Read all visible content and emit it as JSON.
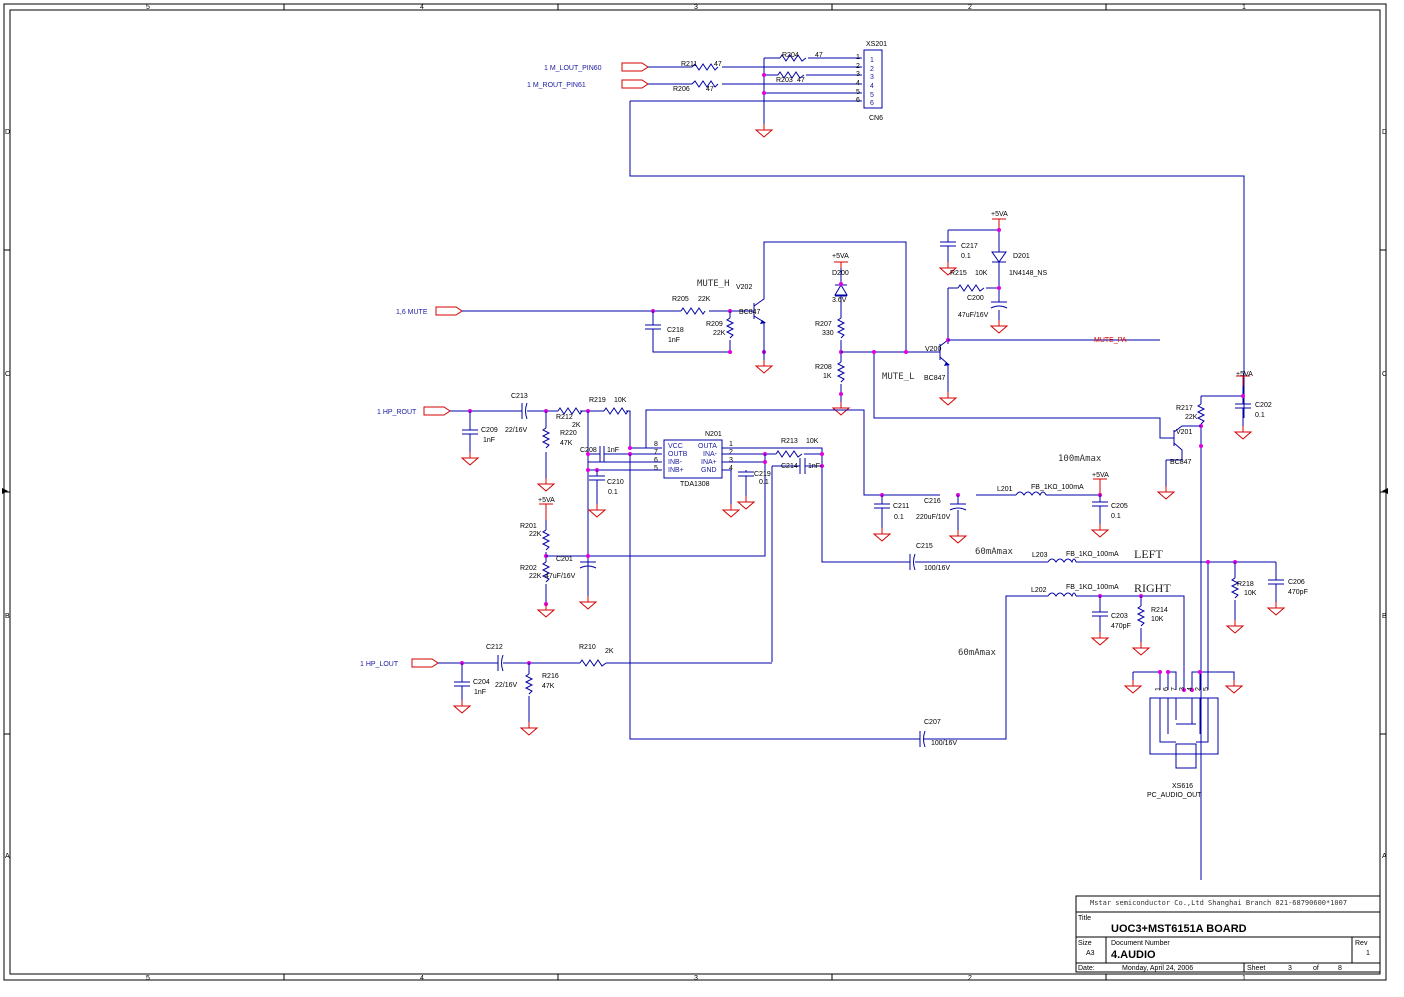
{
  "frame": {
    "col_labels": [
      "5",
      "4",
      "3",
      "2",
      "1"
    ],
    "row_labels": [
      "D",
      "C",
      "B",
      "A"
    ]
  },
  "colors": {
    "wire": "#0000a8",
    "ground": "#d40000",
    "junction": "#e000e0",
    "net_label": "#d40000"
  },
  "ports": {
    "m_lout": "1  M_LOUT_PIN60",
    "m_rout": "1  M_ROUT_PIN61",
    "mute": "1,6  MUTE",
    "hp_rout": "1  HP_ROUT",
    "hp_lout": "1  HP_LOUT"
  },
  "connector_cn6": {
    "ref": "XS201",
    "name": "CN6",
    "pins": [
      "1",
      "2",
      "3",
      "4",
      "5",
      "6"
    ]
  },
  "components": {
    "r211": {
      "ref": "R211",
      "val": "47"
    },
    "r206": {
      "ref": "R206",
      "val": "47"
    },
    "r204": {
      "ref": "R204",
      "val": "47"
    },
    "r203": {
      "ref": "R203",
      "val": "47"
    },
    "r205": {
      "ref": "R205",
      "val": "22K"
    },
    "r209": {
      "ref": "R209",
      "val": "22K"
    },
    "c218": {
      "ref": "C218",
      "val": "1nF"
    },
    "v202": {
      "ref": "V202",
      "val": "BC847"
    },
    "mute_h": "MUTE_H",
    "d200": {
      "ref": "D200",
      "val": "3.6V"
    },
    "vcc_d200": "+5VA",
    "r207": {
      "ref": "R207",
      "val": "330"
    },
    "r208": {
      "ref": "R208",
      "val": "1K"
    },
    "mute_l": "MUTE_L",
    "v200": {
      "ref": "V200",
      "val": "BC847"
    },
    "vcc_top": "+5VA",
    "c217": {
      "ref": "C217",
      "val": "0.1"
    },
    "d201": {
      "ref": "D201",
      "val": "1N4148_NS"
    },
    "r215": {
      "ref": "R215",
      "val": "10K"
    },
    "c200": {
      "ref": "C200",
      "val": "47uF/16V"
    },
    "mute_pa": "MUTE_PA",
    "r217": {
      "ref": "R217",
      "val": "22K"
    },
    "vcc_r217": "+5VA",
    "c202": {
      "ref": "C202",
      "val": "0.1"
    },
    "v201": {
      "ref": "V201",
      "val": "BC847"
    },
    "c213": {
      "ref": "C213",
      "val": "22/16V"
    },
    "c209": {
      "ref": "C209",
      "val": "1nF"
    },
    "r212": {
      "ref": "R212",
      "val": "2K"
    },
    "r220": {
      "ref": "R220",
      "val": "47K"
    },
    "r219": {
      "ref": "R219",
      "val": "10K"
    },
    "c208": {
      "ref": "C208",
      "val": "1nF"
    },
    "c210": {
      "ref": "C210",
      "val": "0.1"
    },
    "n201": {
      "ref": "N201",
      "val": "TDA1308"
    },
    "n201_pins_left": [
      "VCC",
      "OUTB",
      "INB-",
      "INB+"
    ],
    "n201_pins_left_num": [
      "8",
      "7",
      "6",
      "5"
    ],
    "n201_pins_right": [
      "OUTA",
      "INA-",
      "INA+",
      "GND"
    ],
    "n201_pins_right_num": [
      "1",
      "2",
      "3",
      "4"
    ],
    "c219": {
      "ref": "C219",
      "val": "0.1"
    },
    "r213": {
      "ref": "R213",
      "val": "10K"
    },
    "c214": {
      "ref": "C214",
      "val": "1nF"
    },
    "c211": {
      "ref": "C211",
      "val": "0.1"
    },
    "c216": {
      "ref": "C216",
      "val": "220uF/10V"
    },
    "l201": {
      "ref": "L201",
      "val": "FB_1KΩ_100mA"
    },
    "vcc_c205": "+5VA",
    "c205": {
      "ref": "C205",
      "val": "0.1"
    },
    "note_100": "100mAmax",
    "vcc_r201": "+5VA",
    "r201": {
      "ref": "R201",
      "val": "22K"
    },
    "r202": {
      "ref": "R202",
      "val": "22K"
    },
    "c201": {
      "ref": "C201",
      "val": "47uF/16V"
    },
    "c215": {
      "ref": "C215",
      "val": "100/16V"
    },
    "note_60a": "60mAmax",
    "l203": {
      "ref": "L203",
      "val": "FB_1KΩ_100mA"
    },
    "left": "LEFT",
    "r218": {
      "ref": "R218",
      "val": "10K"
    },
    "c206": {
      "ref": "C206",
      "val": "470pF"
    },
    "l202": {
      "ref": "L202",
      "val": "FB_1KΩ_100mA"
    },
    "right": "RIGHT",
    "c203": {
      "ref": "C203",
      "val": "470pF"
    },
    "r214": {
      "ref": "R214",
      "val": "10K"
    },
    "note_60b": "60mAmax",
    "c212": {
      "ref": "C212",
      "val": "22/16V"
    },
    "c204": {
      "ref": "C204",
      "val": "1nF"
    },
    "r210": {
      "ref": "R210",
      "val": "2K"
    },
    "r216": {
      "ref": "R216",
      "val": "47K"
    },
    "c207": {
      "ref": "C207",
      "val": "100/16V"
    },
    "xs616": {
      "ref": "XS616",
      "val": "PC_AUDIO_OUT",
      "pins": [
        "1",
        "6",
        "7",
        "3",
        "4",
        "2",
        "5"
      ]
    }
  },
  "title_block": {
    "company": "Mstar semiconductor Co.,Ltd Shanghai Branch 021-68790600*1007",
    "title_label": "Title",
    "title": "UOC3+MST6151A BOARD",
    "size_label": "Size",
    "size": "A3",
    "docnum_label": "Document Number",
    "docnum": "4.AUDIO",
    "rev_label": "Rev",
    "rev": "1",
    "date_label": "Date:",
    "date": "Monday, April 24, 2006",
    "sheet_label": "Sheet",
    "sheet": "3",
    "of_label": "of",
    "of": "8"
  }
}
